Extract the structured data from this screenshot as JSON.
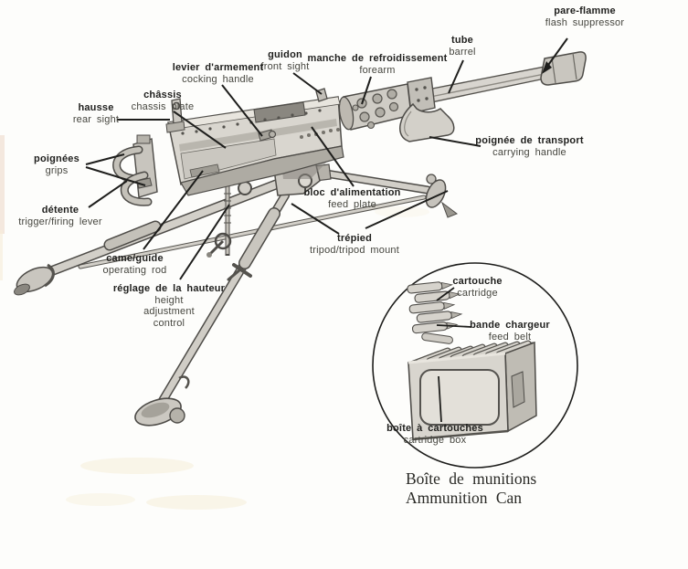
{
  "figure": {
    "subject": "machine-gun-parts-diagram",
    "language_pair": "French / English"
  },
  "labels": [
    {
      "id": "flash-suppressor",
      "fr": "pare-flamme",
      "en": "flash suppressor"
    },
    {
      "id": "barrel",
      "fr": "tube",
      "en": "barrel"
    },
    {
      "id": "forearm",
      "fr": "manche de refroidissement",
      "en": "forearm"
    },
    {
      "id": "front-sight",
      "fr": "guidon",
      "en": "front sight"
    },
    {
      "id": "cocking-handle",
      "fr": "levier d'armement",
      "en": "cocking handle"
    },
    {
      "id": "chassis-plate",
      "fr": "châssis",
      "en": "chassis plate"
    },
    {
      "id": "rear-sight",
      "fr": "hausse",
      "en": "rear sight"
    },
    {
      "id": "grips",
      "fr": "poignées",
      "en": "grips"
    },
    {
      "id": "trigger",
      "fr": "détente",
      "en": "trigger/firing lever"
    },
    {
      "id": "carrying-handle",
      "fr": "poignée de transport",
      "en": "carrying handle"
    },
    {
      "id": "feed-plate",
      "fr": "bloc d'alimentation",
      "en": "feed plate"
    },
    {
      "id": "tripod",
      "fr": "trépied",
      "en": "tripod/tripod mount"
    },
    {
      "id": "operating-rod",
      "fr": "came/guide",
      "en": "operating rod"
    },
    {
      "id": "height-adjustment",
      "fr": "réglage de la hauteur",
      "en": "height adjustment control"
    },
    {
      "id": "cartridge",
      "fr": "cartouche",
      "en": "cartridge"
    },
    {
      "id": "feed-belt",
      "fr": "bande chargeur",
      "en": "feed belt"
    },
    {
      "id": "cartridge-box",
      "fr": "boîte à cartouches",
      "en": "cartridge box"
    }
  ],
  "caption": {
    "fr": "Boîte de munitions",
    "en": "Ammunition Can"
  },
  "colors": {
    "paper": "#fdfdfb",
    "ink": "#1e1e1c",
    "label_french": "#1f1f1d",
    "label_english": "#46463f",
    "metal_light": "#e6e3dc",
    "metal_mid": "#cfccc5",
    "metal_dark": "#8f8c85",
    "scan_artifact": "#f2e4d8"
  }
}
